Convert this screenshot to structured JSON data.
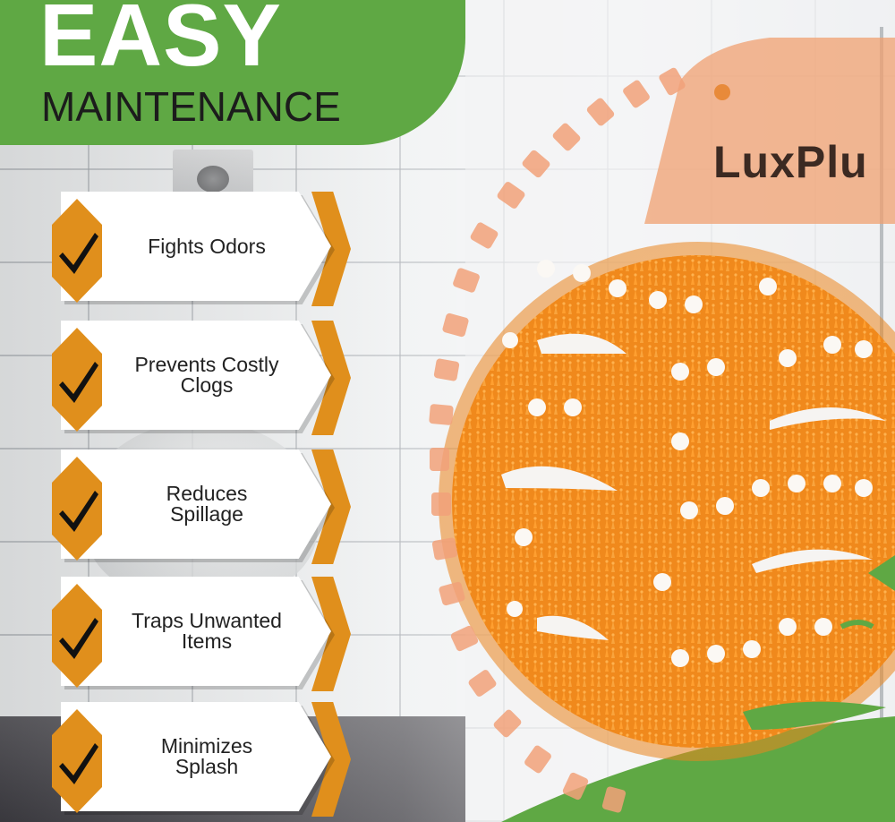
{
  "banner": {
    "headline": "EASY",
    "subheadline": "MAINTENANCE",
    "color": "#5fa844"
  },
  "features": [
    {
      "label": "Fights Odors",
      "icon": "checkmark-icon"
    },
    {
      "label": "Prevents Costly Clogs",
      "icon": "checkmark-icon"
    },
    {
      "label": "Reduces Spillage",
      "icon": "checkmark-icon"
    },
    {
      "label": "Traps Unwanted Items",
      "icon": "checkmark-icon"
    },
    {
      "label": "Minimizes Splash",
      "icon": "checkmark-icon"
    }
  ],
  "product": {
    "brand_text": "LuxPlu",
    "color": "#f08a1c"
  },
  "colors": {
    "accent_orange": "#e08f1c",
    "accent_green": "#5fa844",
    "card_white": "#ffffff"
  }
}
